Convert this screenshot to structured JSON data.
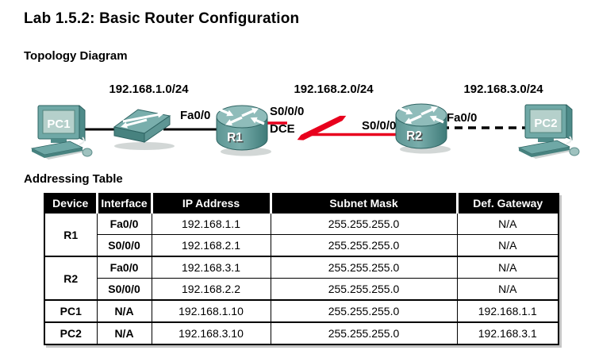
{
  "page": {
    "title": "Lab 1.5.2: Basic Router Configuration",
    "sections": {
      "topology": "Topology Diagram",
      "table": "Addressing Table"
    }
  },
  "topology": {
    "network_labels": [
      "192.168.1.0/24",
      "192.168.2.0/24",
      "192.168.3.0/24"
    ],
    "interface_labels": {
      "r1_lan": "Fa0/0",
      "r1_serial": "S0/0/0",
      "r1_serial_note": "DCE",
      "r2_serial": "S0/0/0",
      "r2_lan": "Fa0/0"
    },
    "devices": {
      "pc1": "PC1",
      "r1": "R1",
      "r2": "R2",
      "pc2": "PC2"
    },
    "icons": {
      "pc1": "pc-icon",
      "switch": "switch-icon",
      "r1": "router-icon",
      "r2": "router-icon",
      "pc2": "pc-icon",
      "serial_link": "lightning-bolt-serial-link",
      "lan_link": "straight-ethernet-cable",
      "pc2_link": "dashed-crossover-cable"
    },
    "colors": {
      "device_teal": "#6FA8A6",
      "device_teal_light": "#8FBCBA",
      "device_teal_dark": "#47827F",
      "serial_link_red": "#E8001D",
      "cable_black": "#000000"
    }
  },
  "addressing_table": {
    "columns": [
      "Device",
      "Interface",
      "IP Address",
      "Subnet Mask",
      "Def. Gateway"
    ],
    "rows": [
      {
        "device": "R1",
        "interface": "Fa0/0",
        "ip": "192.168.1.1",
        "mask": "255.255.255.0",
        "gateway": "N/A"
      },
      {
        "device": "R1",
        "interface": "S0/0/0",
        "ip": "192.168.2.1",
        "mask": "255.255.255.0",
        "gateway": "N/A"
      },
      {
        "device": "R2",
        "interface": "Fa0/0",
        "ip": "192.168.3.1",
        "mask": "255.255.255.0",
        "gateway": "N/A"
      },
      {
        "device": "R2",
        "interface": "S0/0/0",
        "ip": "192.168.2.2",
        "mask": "255.255.255.0",
        "gateway": "N/A"
      },
      {
        "device": "PC1",
        "interface": "N/A",
        "ip": "192.168.1.10",
        "mask": "255.255.255.0",
        "gateway": "192.168.1.1"
      },
      {
        "device": "PC2",
        "interface": "N/A",
        "ip": "192.168.3.10",
        "mask": "255.255.255.0",
        "gateway": "192.168.3.1"
      }
    ]
  }
}
